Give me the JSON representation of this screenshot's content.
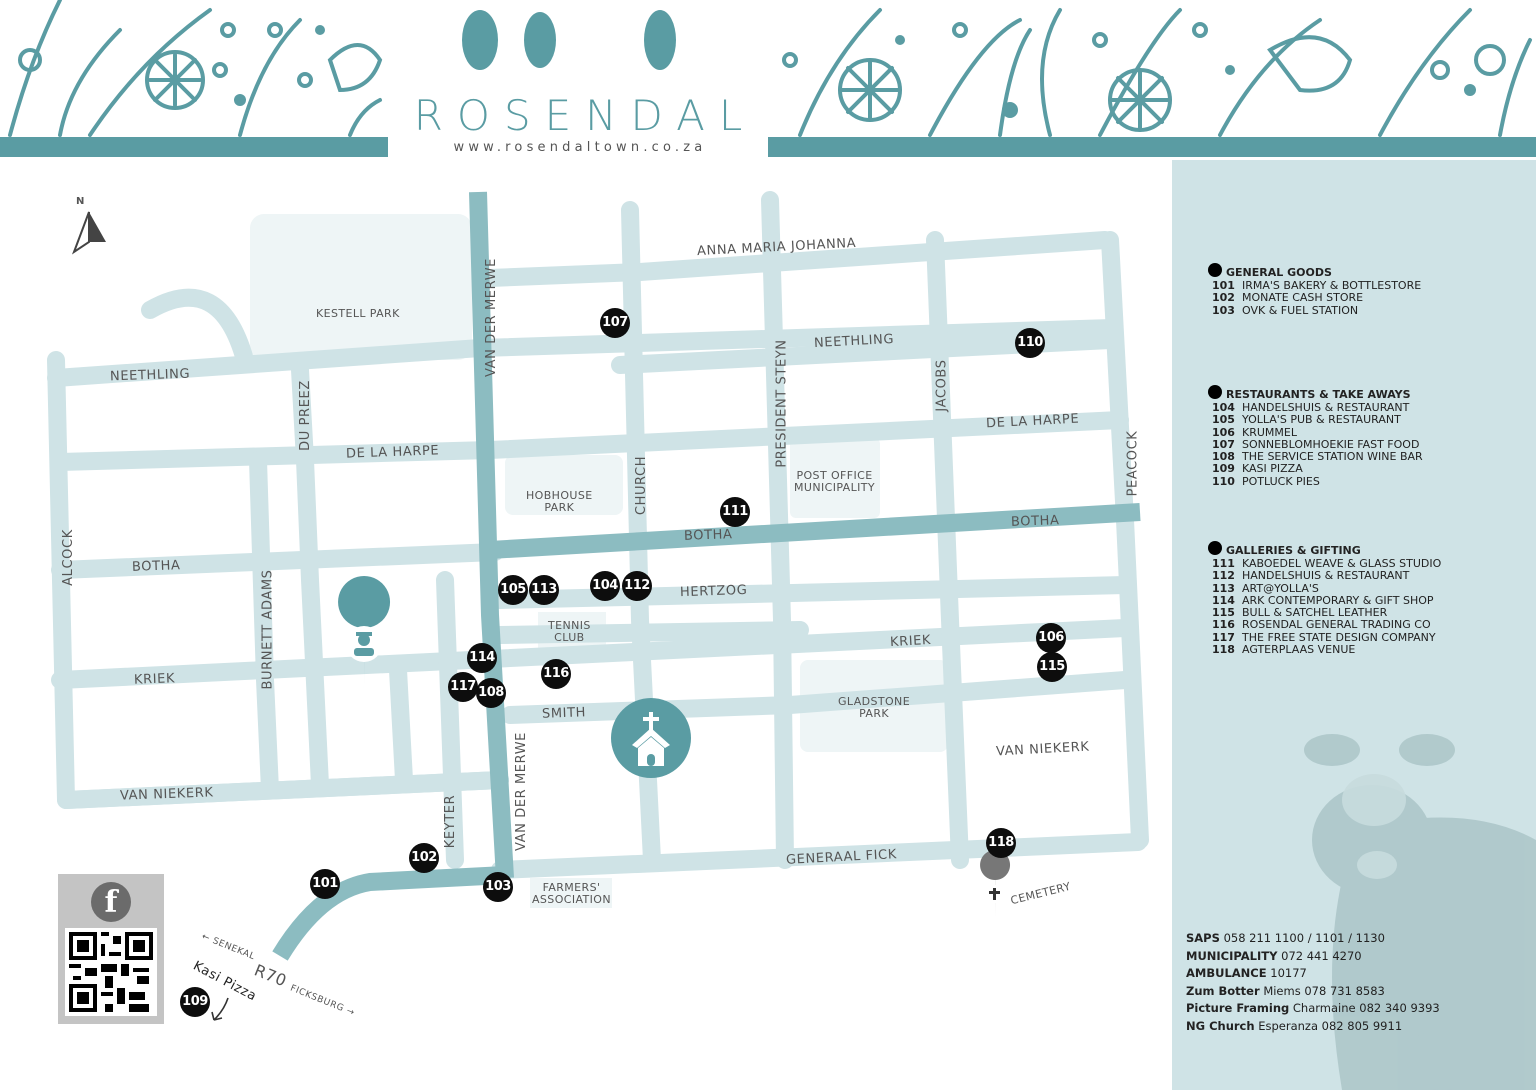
{
  "header": {
    "title": "ROSENDAL",
    "url": "www.rosendaltown.co.za",
    "accent_color": "#5a9ca3"
  },
  "map": {
    "compass_label": "N",
    "streets": [
      {
        "name": "ANNA MARIA JOHANNA"
      },
      {
        "name": "NEETHLING"
      },
      {
        "name": "NEETHLING"
      },
      {
        "name": "DE LA HARPE"
      },
      {
        "name": "DE LA HARPE"
      },
      {
        "name": "BOTHA"
      },
      {
        "name": "BOTHA"
      },
      {
        "name": "BOTHA"
      },
      {
        "name": "HERTZOG"
      },
      {
        "name": "KRIEK"
      },
      {
        "name": "KRIEK"
      },
      {
        "name": "SMITH"
      },
      {
        "name": "VAN NIEKERK"
      },
      {
        "name": "VAN NIEKERK"
      },
      {
        "name": "GENERAAL FICK"
      },
      {
        "name": "VAN DER MERWE"
      },
      {
        "name": "VAN DER MERWE"
      },
      {
        "name": "DU PREEZ"
      },
      {
        "name": "ALCOCK"
      },
      {
        "name": "BURNETT ADAMS"
      },
      {
        "name": "KEYTER"
      },
      {
        "name": "CHURCH"
      },
      {
        "name": "PRESIDENT STEYN"
      },
      {
        "name": "JACOBS"
      },
      {
        "name": "PEACOCK"
      }
    ],
    "places": {
      "kestell_park": "KESTELL PARK",
      "hobhouse_park_1": "HOBHOUSE",
      "hobhouse_park_2": "PARK",
      "post_office_1": "POST OFFICE",
      "post_office_2": "MUNICIPALITY",
      "tennis_1": "TENNIS",
      "tennis_2": "CLUB",
      "gladstone_1": "GLADSTONE",
      "gladstone_2": "PARK",
      "farmers_1": "FARMERS'",
      "farmers_2": "ASSOCIATION",
      "cemetery": "CEMETERY"
    },
    "road": {
      "route": "R70",
      "west": "← SENEKAL",
      "east": "FICKSBURG →",
      "kasi": "Kasi Pizza"
    },
    "pins": [
      "101",
      "102",
      "103",
      "104",
      "105",
      "106",
      "107",
      "108",
      "109",
      "110",
      "111",
      "112",
      "113",
      "114",
      "115",
      "116",
      "117",
      "118"
    ]
  },
  "legend": {
    "categories": [
      {
        "title": "GENERAL GOODS",
        "items": [
          {
            "num": "101",
            "name": "IRMA'S BAKERY & BOTTLESTORE"
          },
          {
            "num": "102",
            "name": "MONATE CASH STORE"
          },
          {
            "num": "103",
            "name": "OVK & FUEL STATION"
          }
        ]
      },
      {
        "title": "RESTAURANTS & TAKE AWAYS",
        "items": [
          {
            "num": "104",
            "name": "HANDELSHUIS & RESTAURANT"
          },
          {
            "num": "105",
            "name": "YOLLA'S PUB & RESTAURANT"
          },
          {
            "num": "106",
            "name": "KRUMMEL"
          },
          {
            "num": "107",
            "name": "SONNEBLOMHOEKIE FAST FOOD"
          },
          {
            "num": "108",
            "name": "THE SERVICE STATION WINE BAR"
          },
          {
            "num": "109",
            "name": "KASI PIZZA"
          },
          {
            "num": "110",
            "name": "POTLUCK PIES"
          }
        ]
      },
      {
        "title": "GALLERIES & GIFTING",
        "items": [
          {
            "num": "111",
            "name": "KABOEDEL WEAVE & GLASS STUDIO"
          },
          {
            "num": "112",
            "name": "HANDELSHUIS & RESTAURANT"
          },
          {
            "num": "113",
            "name": "ART@YOLLA'S"
          },
          {
            "num": "114",
            "name": "ARK CONTEMPORARY & GIFT SHOP"
          },
          {
            "num": "115",
            "name": "BULL & SATCHEL LEATHER"
          },
          {
            "num": "116",
            "name": "ROSENDAL GENERAL TRADING CO"
          },
          {
            "num": "117",
            "name": "THE FREE STATE DESIGN COMPANY"
          },
          {
            "num": "118",
            "name": "AGTERPLAAS VENUE"
          }
        ]
      }
    ],
    "contacts": [
      {
        "label": "SAPS",
        "value": "058 211 1100 / 1101 / 1130"
      },
      {
        "label": "MUNICIPALITY",
        "value": "072 441 4270"
      },
      {
        "label": "AMBULANCE",
        "value": "10177"
      },
      {
        "label": "Zum Botter",
        "value": "Miems 078 731 8583"
      },
      {
        "label": "Picture Framing",
        "value": "Charmaine 082 340 9393"
      },
      {
        "label": "NG Church",
        "value": "Esperanza 082 805 9911"
      }
    ]
  },
  "social": {
    "facebook_icon": "f"
  }
}
